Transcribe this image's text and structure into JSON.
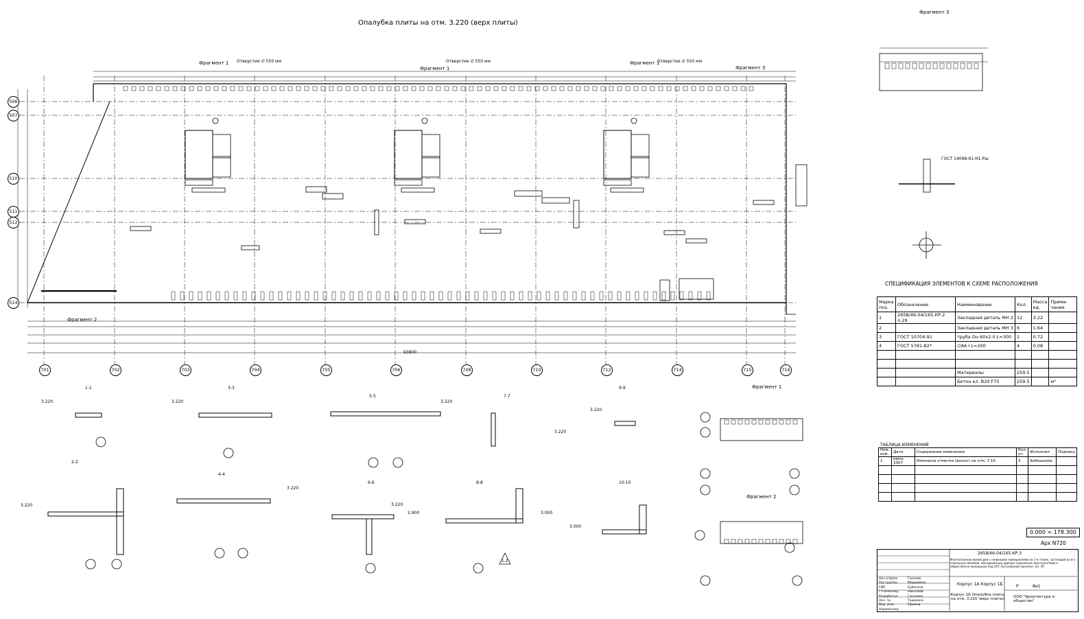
{
  "drawing_title": "Опалубка плиты на отм. 3.220 (верх плиты)",
  "fragment_labels": {
    "f1": "Фрагмент 1",
    "f2": "Фрагмент 2",
    "f3": "Фрагмент 3"
  },
  "hole_label": "Отверстие ∅ 550 мм",
  "bottom_axes": [
    "701",
    "702",
    "703",
    "704",
    "705",
    "706",
    "708",
    "710",
    "712",
    "714",
    "715",
    "716"
  ],
  "left_axes": [
    "506",
    "507",
    "510",
    "511",
    "512",
    "514"
  ],
  "overall_dim": "93800",
  "section_labels": [
    "1-1",
    "3-3",
    "5-5",
    "7-7",
    "9-9",
    "2-2",
    "4-4",
    "6-6",
    "8-8",
    "10-10"
  ],
  "elevations": [
    "3.220",
    "2.900",
    "3.000"
  ],
  "node_a_label": "ГОСТ 14098-91-Н1-Рш",
  "spec": {
    "title": "СПЕЦИФИКАЦИЯ ЭЛЕМЕНТОВ К СХЕМЕ РАСПОЛОЖЕНИЯ",
    "headers": [
      "Марка поз.",
      "Обозначение",
      "Наименование",
      "Кол.",
      "Масса ед.",
      "Приме- чание"
    ],
    "rows": [
      [
        "1",
        "2658/46-04/165-КР.2 л.29",
        "Закладная деталь МН 2",
        "12",
        "3.22",
        ""
      ],
      [
        "2",
        "",
        "Закладная деталь МН 3",
        "6",
        "1.64",
        ""
      ],
      [
        "3",
        "ГОСТ 10704-91",
        "труба Dн 60х2.0 L=300",
        "1",
        "0.72",
        ""
      ],
      [
        "4",
        "ГОСТ 5781-82*",
        "∅8А I   L=200",
        "4",
        "0.08",
        ""
      ],
      [
        "",
        "",
        "",
        "",
        "",
        ""
      ],
      [
        "",
        "",
        "",
        "",
        "",
        ""
      ],
      [
        "",
        "",
        "Материалы",
        "259.5",
        "",
        ""
      ],
      [
        "",
        "",
        "Бетон кл. В20 F75",
        "259.5",
        "",
        "м³"
      ]
    ]
  },
  "changes": {
    "title": "ТАБЛИЦА ИЗМЕНЕНИЙ",
    "headers": [
      "Ном. изм.",
      "Дата",
      "Содержание изменения",
      "Кол. уч.",
      "Исполнил",
      "Подпись"
    ],
    "row": [
      "1",
      "июнь 2007",
      "Изменена отметка (вынос) на отм. 7.16",
      "3",
      "Бабашкова",
      ""
    ]
  },
  "zero_mark": "0.000 = 178.300",
  "arch": "Арх N720",
  "title_block": {
    "code": "2658/46-04/165-КР.3",
    "project": "Многоэтажная жилая дом с нежилыми помещениями на 1-м этаже, состоящий из 4-х отдельных объёмов, объединённых единым подземным пространством и общественно-жилищным под 247, Кутузовский проспект, вл. 4А",
    "building": "Корпус 1А  Корпус 1Б",
    "sheet_title": "Корпус 1Б Опалубка плиты на отм. 3.220 (верх плиты)",
    "stage": "Р",
    "sheet": "8и1",
    "company": "ООО \"Архитектура и общество\"",
    "roles": [
      "Нач.отдела",
      "Рук.группы",
      "ГИП",
      "Гл.инженер",
      "Разработал",
      "Нач. гр.",
      "Вед. инж.",
      "Нормоконтр."
    ],
    "names": [
      "Гасанов",
      "Мордовина",
      "Бубенков",
      "Николаев",
      "Гасанова",
      "Тадакина",
      "Ефимов",
      ""
    ]
  },
  "rev_mark": "1.2"
}
